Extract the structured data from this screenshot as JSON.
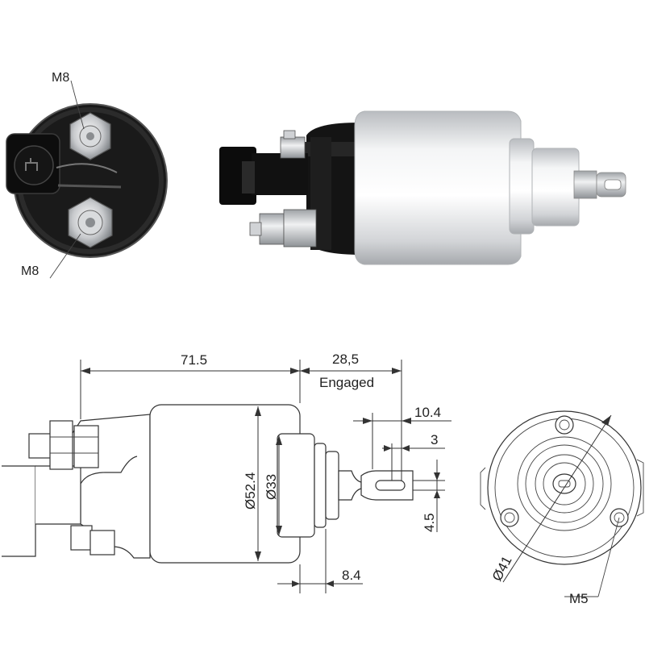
{
  "photo_labels": {
    "terminal_top": "M8",
    "terminal_bottom": "M8"
  },
  "dimensions": {
    "overall_length": "71.5",
    "plunger_travel": "28,5",
    "plunger_state": "Engaged",
    "eye_offset": "10.4",
    "eye_slot": "3",
    "eye_height": "4.5",
    "body_diameter": "Ø52.4",
    "nose_diameter": "Ø33",
    "nose_length": "8.4",
    "bolt_circle": "Ø41",
    "mount_thread": "M5"
  },
  "colors": {
    "body_silver": "#e6e7e9",
    "cap_black": "#151515",
    "line": "#333333"
  }
}
